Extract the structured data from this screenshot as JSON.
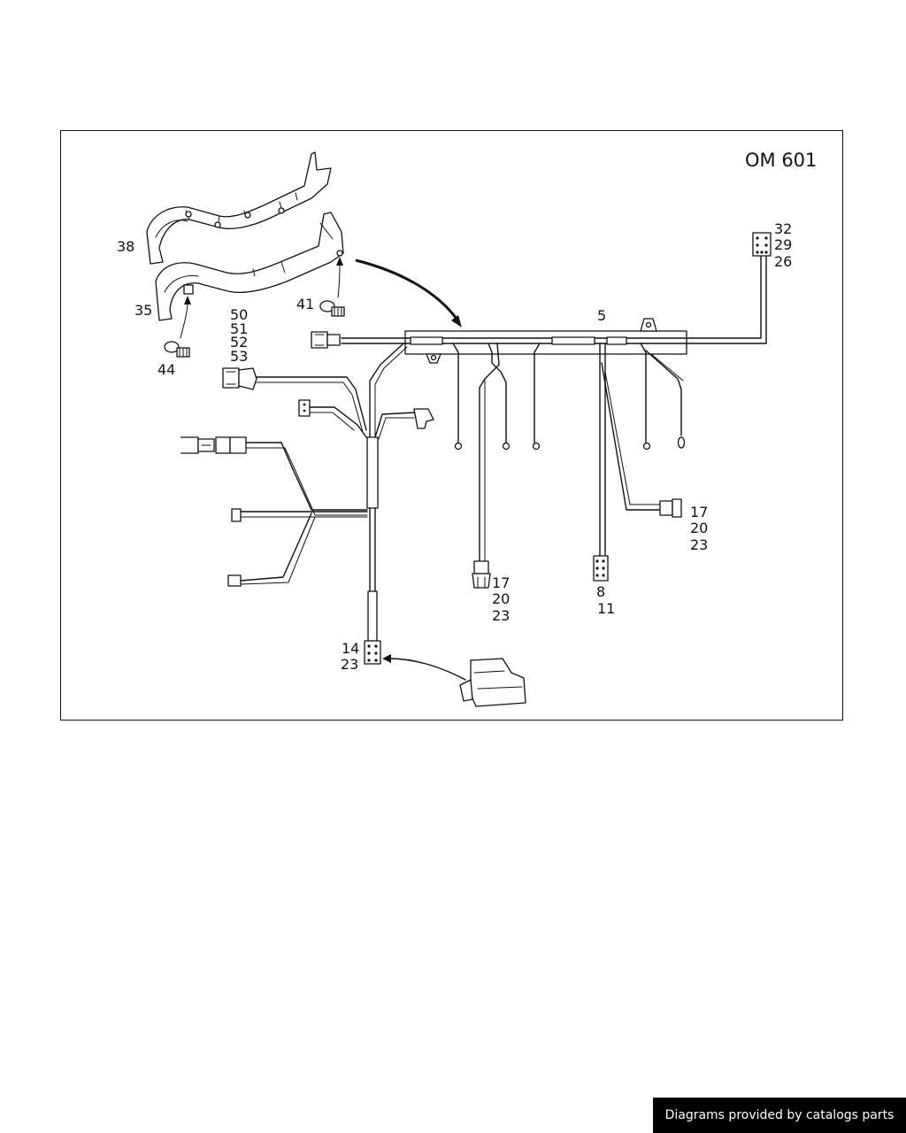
{
  "diagram": {
    "model": "OM 601",
    "labels": {
      "p38": "38",
      "p35": "35",
      "p44": "44",
      "p41": "41",
      "p50": "50",
      "p51": "51",
      "p52": "52",
      "p53": "53",
      "p5": "5",
      "p32": "32",
      "p29": "29",
      "p26": "26",
      "p17a": "17",
      "p20a": "20",
      "p23a": "23",
      "p17b": "17",
      "p20b": "20",
      "p23b": "23",
      "p8": "8",
      "p11": "11",
      "p14": "14",
      "p23c": "23"
    }
  },
  "footer": {
    "credit": "Diagrams provided by catalogs parts"
  }
}
